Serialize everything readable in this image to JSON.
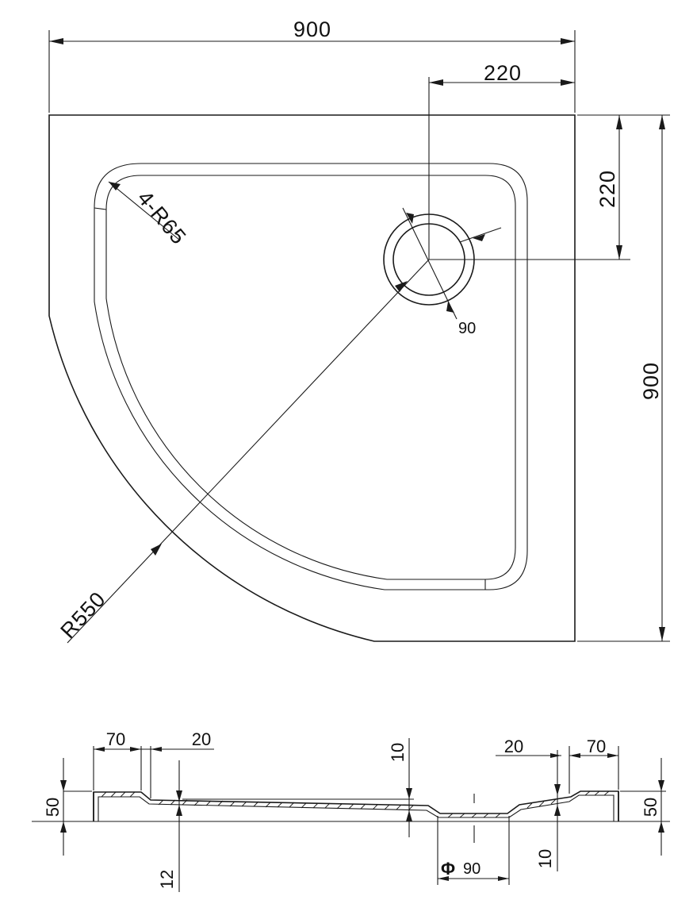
{
  "plan": {
    "overall_width": "900",
    "overall_depth": "900",
    "drain_offset_x": "220",
    "drain_offset_y": "220",
    "corner_radius": "4-R65",
    "arc_radius": "R550",
    "drain_diameter": "90"
  },
  "section": {
    "rim_width_left": "70",
    "slope_width_left": "20",
    "drain_step_height": "10",
    "slope_width_right": "20",
    "rim_width_right": "70",
    "height_left": "50",
    "height_right": "50",
    "base_thickness": "12",
    "drain_step_height_right": "10",
    "drain_diameter_label": "90",
    "diameter_symbol": "Φ"
  }
}
